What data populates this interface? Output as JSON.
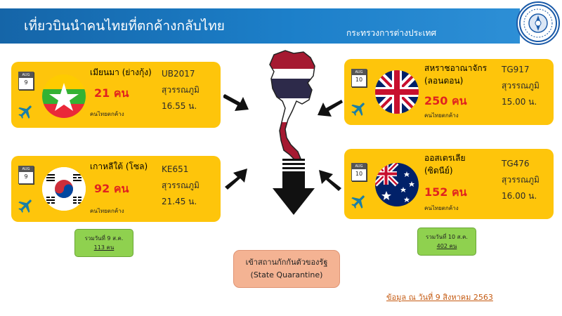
{
  "header": {
    "title": "เที่ยวบินนำคนไทยที่ตกค้างกลับไทย",
    "ministry": "กระทรวงการต่างประเทศ"
  },
  "cards": [
    {
      "country": "เมียนมา (ย่างกุ้ง)",
      "country2": "",
      "count": "21 คน",
      "subtitle": "คนไทยตกค้าง",
      "flight": "UB2017",
      "airport": "สุวรรณภูมิ",
      "time": "16.55 น.",
      "cal_month": "AUG",
      "cal_day": "9"
    },
    {
      "country": "สหราชอาณาจักร",
      "country2": "(ลอนดอน)",
      "count": "250 คน",
      "subtitle": "คนไทยตกค้าง",
      "flight": "TG917",
      "airport": "สุวรรณภูมิ",
      "time": "15.00 น.",
      "cal_month": "AUG",
      "cal_day": "10"
    },
    {
      "country": "เกาหลีใต้ (โซล)",
      "country2": "",
      "count": "92 คน",
      "subtitle": "คนไทยตกค้าง",
      "flight": "KE651",
      "airport": "สุวรรณภูมิ",
      "time": "21.45 น.",
      "cal_month": "AUG",
      "cal_day": "9"
    },
    {
      "country": "ออสเตรเลีย",
      "country2": "(ซิดนีย์)",
      "count": "152 คน",
      "subtitle": "คนไทยตกค้าง",
      "flight": "TG476",
      "airport": "สุวรรณภูมิ",
      "time": "16.00 น.",
      "cal_month": "AUG",
      "cal_day": "10"
    }
  ],
  "totals": [
    {
      "label": "รวมวันที่ 9 ส.ค.",
      "count": "113 คน"
    },
    {
      "label": "รวมวันที่ 10 ส.ค.",
      "count": "402 คน"
    }
  ],
  "quarantine": {
    "line1": "เข้าสถานกักกันตัวของรัฐ",
    "line2": "(State Quarantine)"
  },
  "note": "ข้อมูล ณ วันที่ 9 สิงหาคม 2563",
  "colors": {
    "header": "#1c7fc9",
    "card": "#fec50b",
    "count": "#e0221f",
    "total_box": "#8fd14f",
    "quarantine_box": "#f4b393",
    "note": "#c55a11",
    "plane": "#1a7fa6"
  },
  "icons": [
    "calendar-icon",
    "airplane-icon",
    "arrow-icon",
    "thailand-map-icon",
    "government-emblem-icon"
  ]
}
